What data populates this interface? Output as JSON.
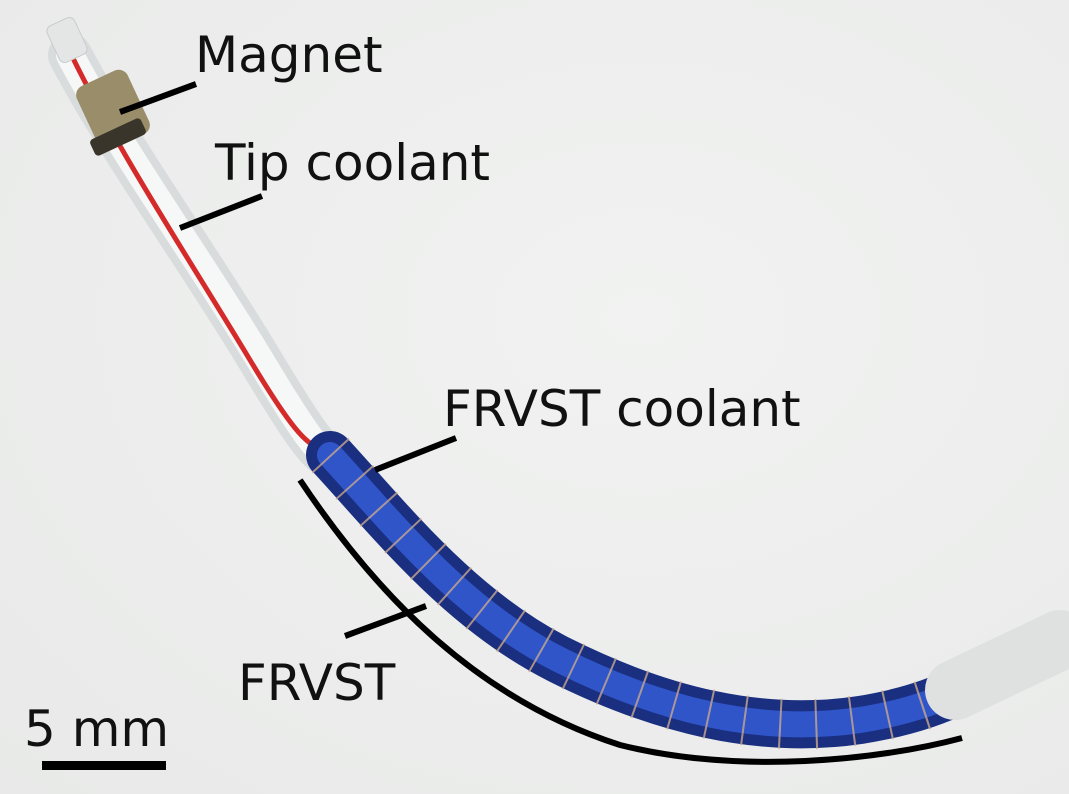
{
  "labels": {
    "magnet": "Magnet",
    "tip_coolant": "Tip coolant",
    "frvst_coolant": "FRVST coolant",
    "frvst": "FRVST"
  },
  "scale_bar": {
    "label": "5 mm"
  },
  "colors": {
    "background": "#ecedec",
    "tube_blue": "#1f3fa0",
    "tip_red": "#d42a2a",
    "annotation": "#000000"
  }
}
